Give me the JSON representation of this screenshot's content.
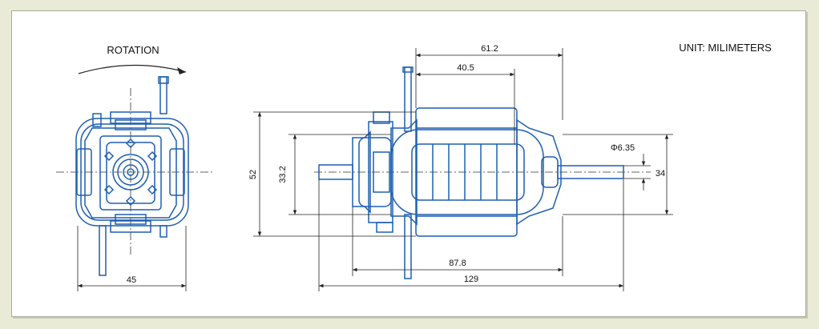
{
  "unit_label": "UNIT: MILIMETERS",
  "rotation_label": "ROTATION",
  "dimensions": {
    "front_width": "45",
    "length_stator_outer": "61.2",
    "length_stator_inner": "40.5",
    "height_outer": "52",
    "height_inner": "33.2",
    "shaft_diameter": "Φ6.35",
    "width_34": "34",
    "length_body": "87.8",
    "length_total": "129"
  },
  "colors": {
    "drawing_blue": "#1f5fb0",
    "background": "#e9ebd6",
    "panel": "#ffffff"
  }
}
